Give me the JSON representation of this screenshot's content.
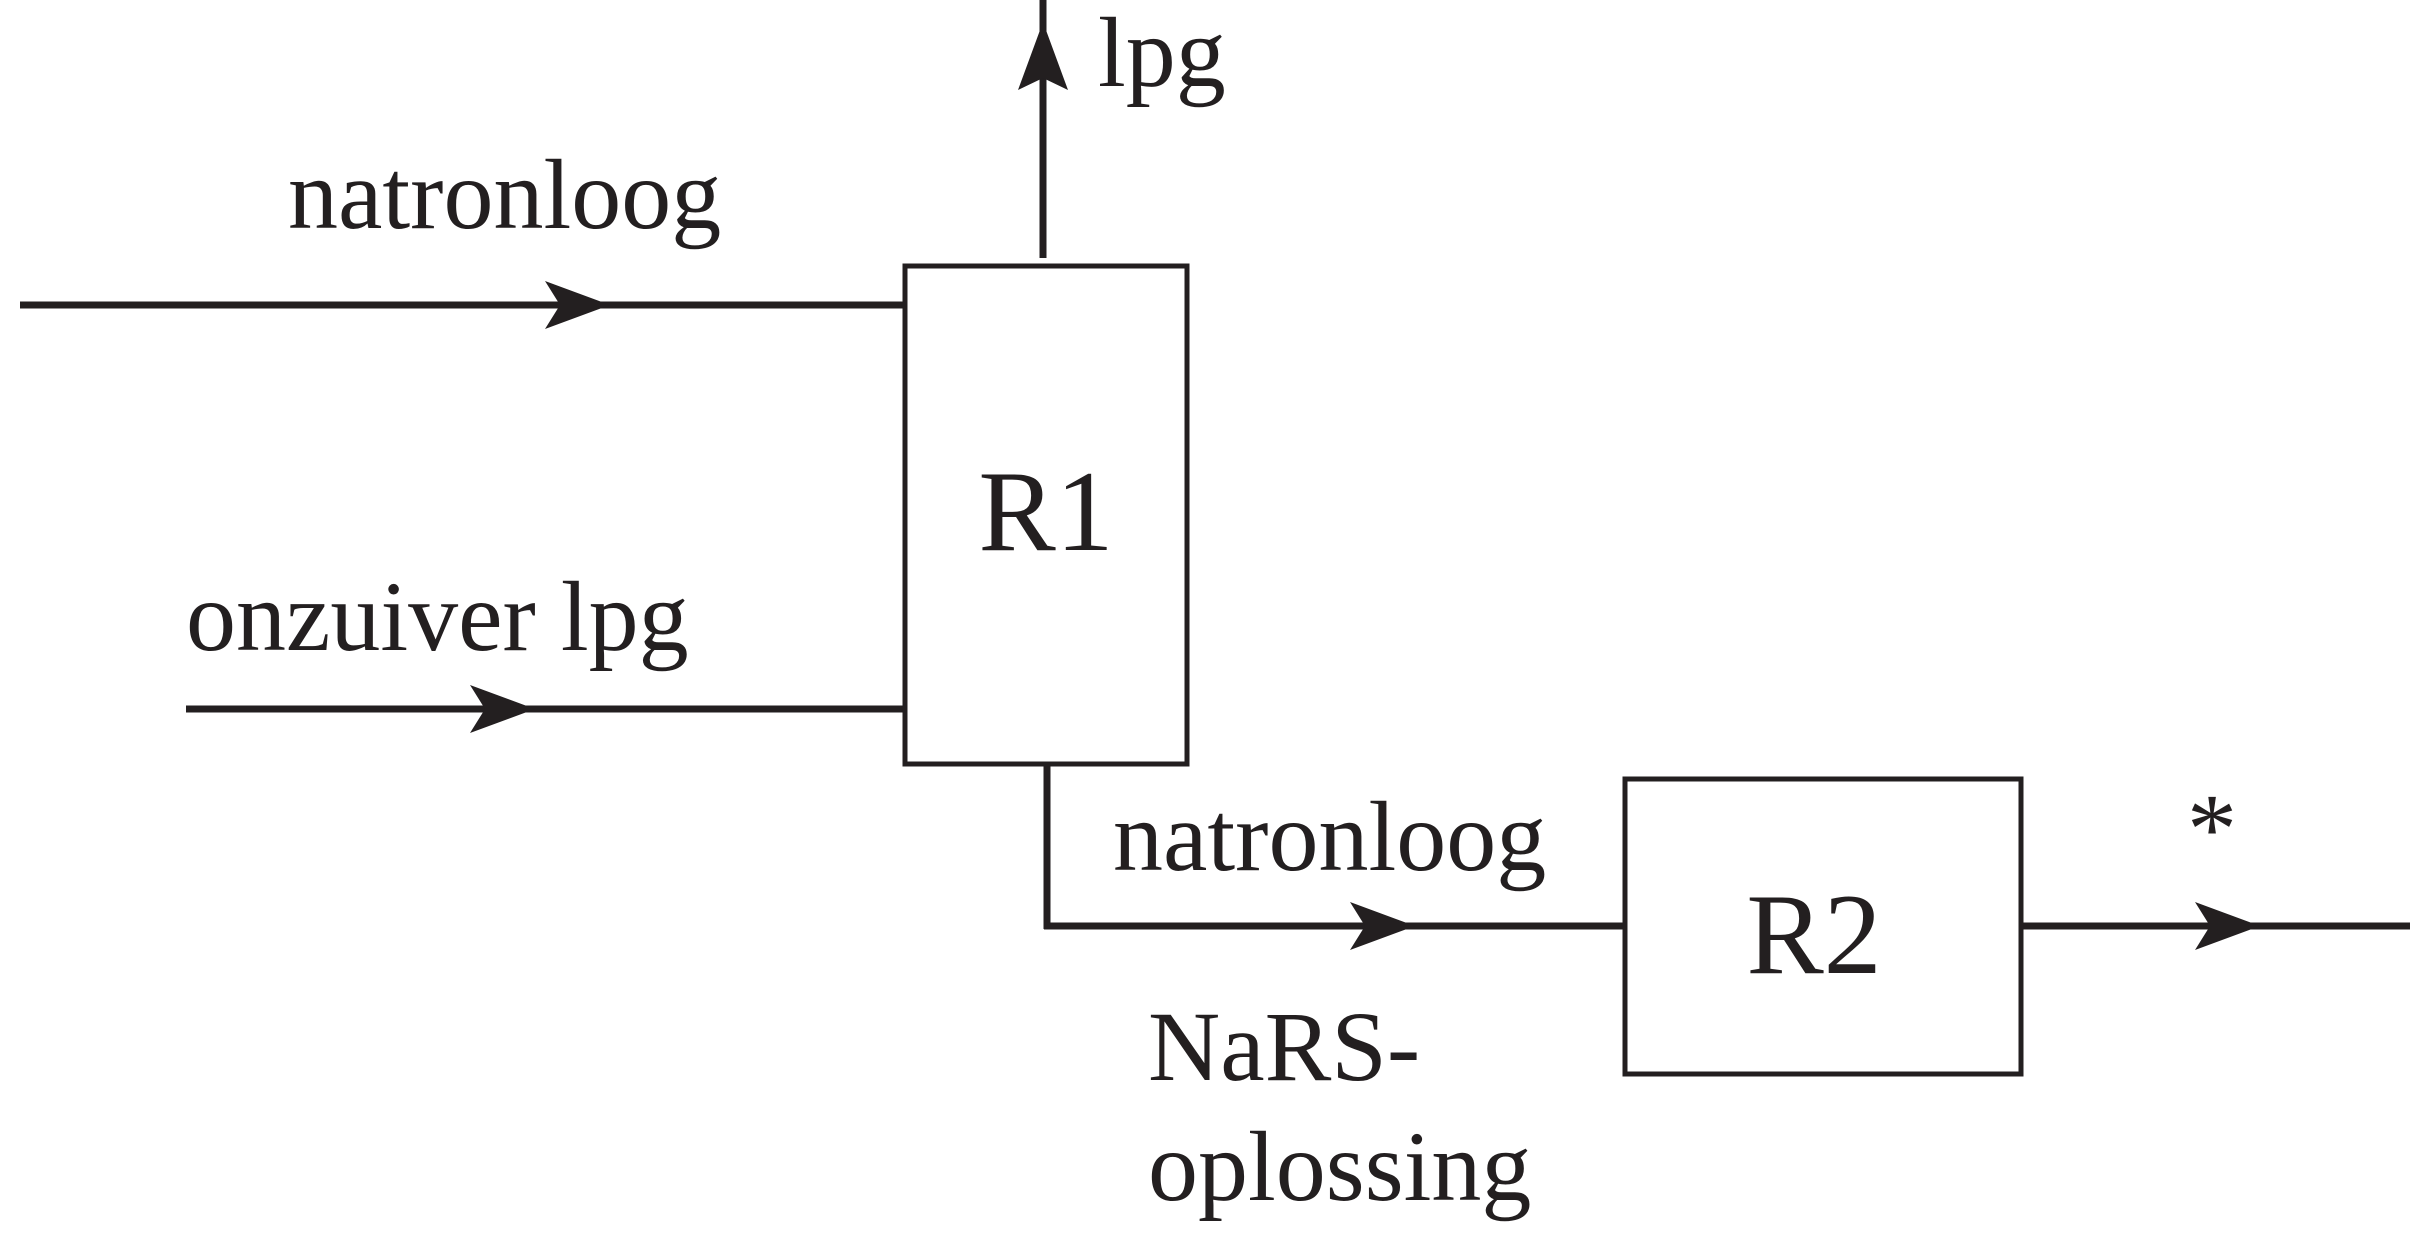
{
  "reactors": {
    "r1": "R1",
    "r2": "R2"
  },
  "streams": {
    "natronloog_in": "natronloog",
    "onzuiver_lpg": "onzuiver lpg",
    "lpg_out": "lpg",
    "natronloog_between": "natronloog",
    "nars_line1": "NaRS-",
    "nars_line2": "oplossing",
    "unknown_out": "*"
  },
  "colors": {
    "ink": "#231f20",
    "background": "#ffffff"
  }
}
